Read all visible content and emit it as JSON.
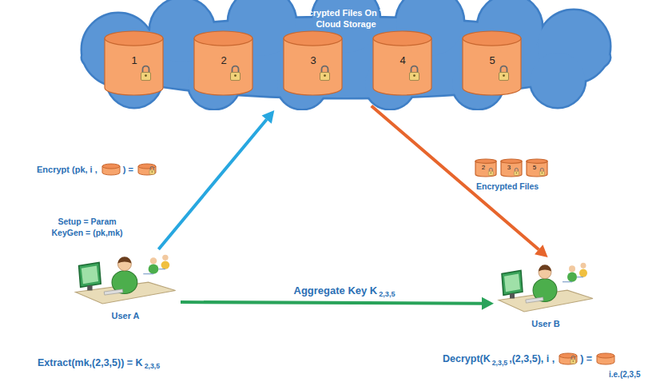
{
  "diagram": {
    "nodes": [
      {
        "text": [
          "Encrypted Files On The Cloud Storage"
        ]
      },
      {
        "text": [
          "1"
        ],
        "in": 0
      },
      {
        "text": [
          "2"
        ],
        "in": 0
      },
      {
        "text": [
          "3"
        ],
        "in": 0
      },
      {
        "text": [
          "4"
        ],
        "in": 0
      },
      {
        "text": [
          "5"
        ],
        "in": 0
      },
      {
        "text": [
          "2"
        ]
      },
      {
        "text": [
          "3"
        ]
      },
      {
        "text": [
          "5"
        ]
      },
      {
        "text": [
          "User A"
        ]
      },
      {
        "text": [
          "User B"
        ]
      }
    ],
    "edges": [
      {
        "from": 9,
        "to": 0,
        "arrow": "to"
      },
      {
        "from": 0,
        "to": 10,
        "arrow": "to"
      },
      {
        "from": 9,
        "to": 10,
        "label": "Aggregate Key K",
        "arrow": "to"
      }
    ],
    "labels": [
      "Encrypt (pk, i ,",
      ") =",
      "Encrypted Files",
      "Setup = Param",
      "KeyGen = (pk,mk)",
      "2,3,5",
      "Extract(mk,(2,3,5)) = K",
      "2,3,5",
      "Decrypt(K",
      "2,3,5",
      ",(2,3,5), i ,",
      ") =",
      "i.e.(2,3,5"
    ]
  }
}
